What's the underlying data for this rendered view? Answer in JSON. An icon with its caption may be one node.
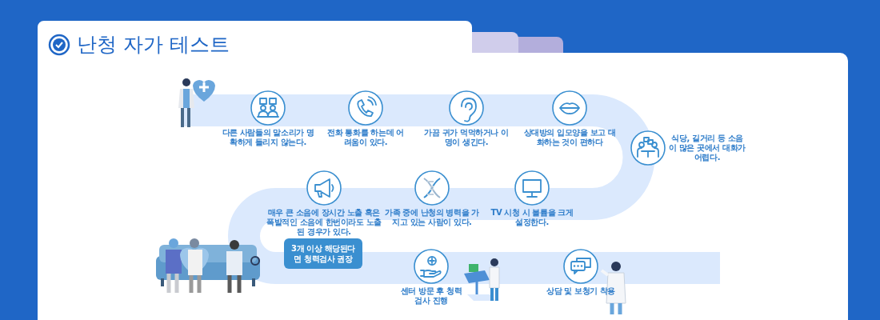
{
  "diagram": {
    "title": "난청 자가 테스트",
    "nodes": [
      {
        "text": [
          "다른 사람들의 말소리가 명확하게 들리지 않는다."
        ]
      },
      {
        "text": [
          "전화 통화를 하는데 어려움이 있다."
        ]
      },
      {
        "text": [
          "가끔 귀가 먹먹하거나 이명이 생긴다."
        ]
      },
      {
        "text": [
          "상대방의 입모양을 보고 대화하는 것이 편하다"
        ]
      },
      {
        "text": [
          "식당, 길거리 등 소음이 많은 곳에서 대화가 어렵다."
        ]
      },
      {
        "text": [
          "매우 큰 소음에 장시간 노출 혹은 폭발적인 소음에 한번이라도 노출된 경우가 있다."
        ]
      },
      {
        "text": [
          "가족 중에 난청의 병력을 가지고 있는 사람이 있다."
        ]
      },
      {
        "text": [
          "TV 시청 시 볼륨을 크게 설정한다."
        ]
      },
      {
        "text": [
          "3개 이상 해당된다면 청력검사 권장"
        ]
      },
      {
        "text": [
          "센터 방문 후 청력검사 진행"
        ]
      },
      {
        "text": [
          "상담 및 보청기 착용"
        ]
      }
    ]
  }
}
